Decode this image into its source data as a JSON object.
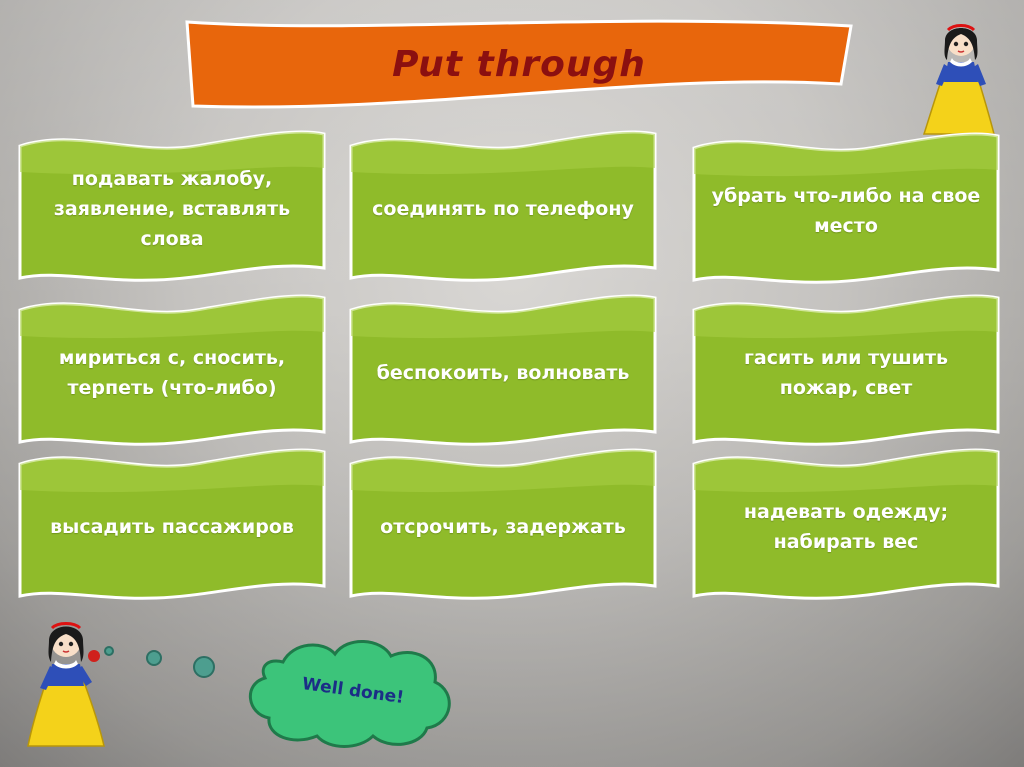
{
  "title": "Put  through",
  "cards": [
    {
      "text": "подавать  жалобу, заявление, вставлять слова"
    },
    {
      "text": "соединять по телефону"
    },
    {
      "text": "убрать что-либо на свое место"
    },
    {
      "text": "мириться с, сносить, терпеть (что-либо)"
    },
    {
      "text": "беспокоить, волновать"
    },
    {
      "text": "гасить или тушить пожар, свет"
    },
    {
      "text": "высадить пассажиров"
    },
    {
      "text": "отсрочить, задержать"
    },
    {
      "text": "надевать одежду; набирать вес"
    }
  ],
  "cloud_text": "Well done!",
  "colors": {
    "banner": "#e8660c",
    "title": "#8b1010",
    "card": "#8fbb2a",
    "cloud": "#3cc47a",
    "cloud_text": "#1b2e86"
  },
  "icons": {
    "top_right": "princess-icon",
    "bottom_left": "princess-icon"
  }
}
